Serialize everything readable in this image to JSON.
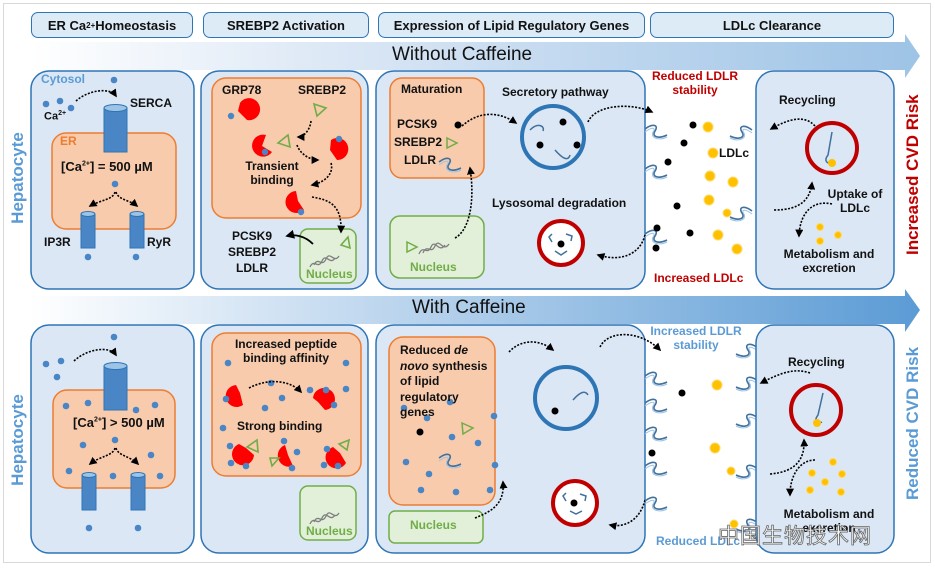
{
  "headers": [
    {
      "label_pre": "ER Ca",
      "label_sup": "2+",
      "label_post": " Homeostasis"
    },
    {
      "label": "SREBP2 Activation"
    },
    {
      "label": "Expression of Lipid Regulatory Genes"
    },
    {
      "label": "LDLc Clearance"
    }
  ],
  "banners": {
    "top": "Without Caffeine",
    "bottom": "With Caffeine"
  },
  "side_labels": {
    "cell_top": "Hepatocyte",
    "cell_bottom": "Hepatocyte",
    "risk_top": "Increased CVD Risk",
    "risk_bottom": "Reduced CVD Risk"
  },
  "top_row": {
    "er_homeostasis": {
      "cytosol": "Cytosol",
      "ca_label": "Ca",
      "ca_sup": "2+",
      "serca": "SERCA",
      "er": "ER",
      "conc_pre": "[Ca",
      "conc_sup": "2+",
      "conc_post": "] = 500 µM",
      "ip3r": "IP3R",
      "ryr": "RyR"
    },
    "srebp2_activation": {
      "grp78": "GRP78",
      "srebp2": "SREBP2",
      "transient_binding": "Transient binding",
      "genes": [
        "PCSK9",
        "SREBP2",
        "LDLR"
      ],
      "nucleus": "Nucleus"
    },
    "gene_expression": {
      "maturation": "Maturation",
      "items": [
        "PCSK9",
        "SREBP2",
        "LDLR"
      ],
      "secretory": "Secretory pathway",
      "lysosomal": "Lysosomal degradation",
      "nucleus": "Nucleus"
    },
    "ldlc_clearance": {
      "ldlr_note": "Reduced LDLR stability",
      "ldlc": "LDLc",
      "ldlc_note": "Increased LDLc",
      "recycling": "Recycling",
      "uptake": "Uptake of LDLc",
      "metabolism": "Metabolism and excretion"
    }
  },
  "bottom_row": {
    "er_homeostasis": {
      "conc_pre": "[Ca",
      "conc_sup": "2+",
      "conc_post": "] > 500 µM"
    },
    "srebp2_activation": {
      "affinity": "Increased peptide binding affinity",
      "strong_binding": "Strong binding",
      "nucleus": "Nucleus"
    },
    "gene_expression": {
      "reduced_pre": "Reduced ",
      "reduced_italic": "de novo",
      "reduced_post": "synthesis of lipid regulatory genes",
      "nucleus": "Nucleus"
    },
    "ldlc_clearance": {
      "ldlr_note": "Increased LDLR stability",
      "ldlc_note": "Reduced LDLc",
      "recycling": "Recycling",
      "metabolism": "Metabolism and excretion"
    }
  },
  "colors": {
    "cell_fill": "#dbe7f5",
    "cell_stroke": "#2e75b6",
    "er_fill": "#f8cbad",
    "er_stroke": "#ed7d31",
    "nucleus_fill": "#e2f0d9",
    "nucleus_stroke": "#70ad47",
    "grp78": "#ff0000",
    "ca": "#4a86c5",
    "ldlc": "#ffc000",
    "lysosome": "#c00000",
    "risk_up": "#c00000",
    "risk_down": "#5b9bd5"
  },
  "watermark": "中国生物技术网"
}
